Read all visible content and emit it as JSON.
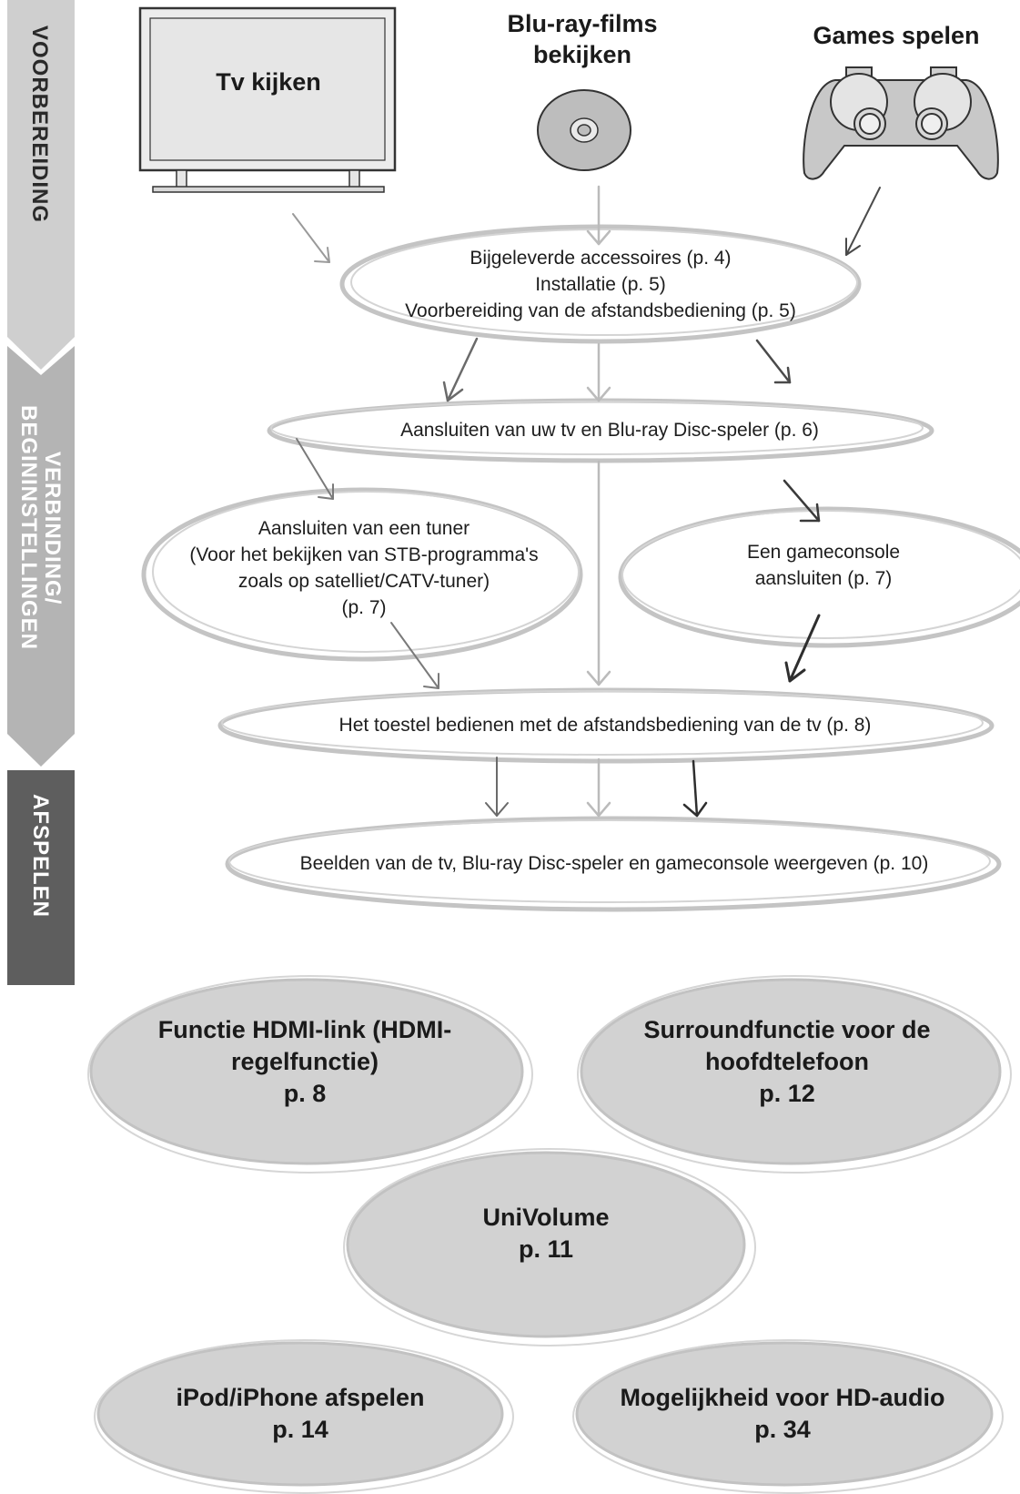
{
  "sidebar": {
    "sections": [
      {
        "label": "VOORBEREIDING"
      },
      {
        "label": "VERBINDING/\nBEGININSTELLINGEN"
      },
      {
        "label": "AFSPELEN"
      }
    ]
  },
  "header": {
    "tv": "Tv kijken",
    "bluray": "Blu-ray-films\nbekijken",
    "games": "Games spelen"
  },
  "steps": {
    "prep": "Bijgeleverde accessoires (p. 4)\nInstallatie (p. 5)\nVoorbereiding van de afstandsbediening (p. 5)",
    "connect": "Aansluiten van uw tv en Blu-ray Disc-speler (p. 6)",
    "tuner": "Aansluiten van een tuner\n(Voor het bekijken van STB-programma's\nzoals op satelliet/CATV-tuner)\n(p. 7)",
    "console": "Een gameconsole\naansluiten (p. 7)",
    "remote": "Het toestel bedienen met de afstandsbediening van de tv (p. 8)",
    "play": "Beelden van de tv, Blu-ray Disc-speler en gameconsole weergeven (p. 10)"
  },
  "features": {
    "hdmi": "Functie HDMI-link (HDMI-\nregelfunctie)\np. 8",
    "surround": "Surroundfunctie voor de\nhoofdtelefoon\np. 12",
    "univolume": "UniVolume\np. 11",
    "ipod": "iPod/iPhone afspelen\np. 14",
    "hdaudio": "Mogelijkheid voor HD-audio\np. 34"
  },
  "colors": {
    "band_light": "#cfcfcf",
    "band_mid": "#b4b4b4",
    "band_dark": "#5e5e5e",
    "ellipse_stroke": "#c4c4c4",
    "feature_fill": "#d2d2d2",
    "arrow_dark": "#4a4a4a",
    "arrow_light": "#bbbbbb"
  }
}
